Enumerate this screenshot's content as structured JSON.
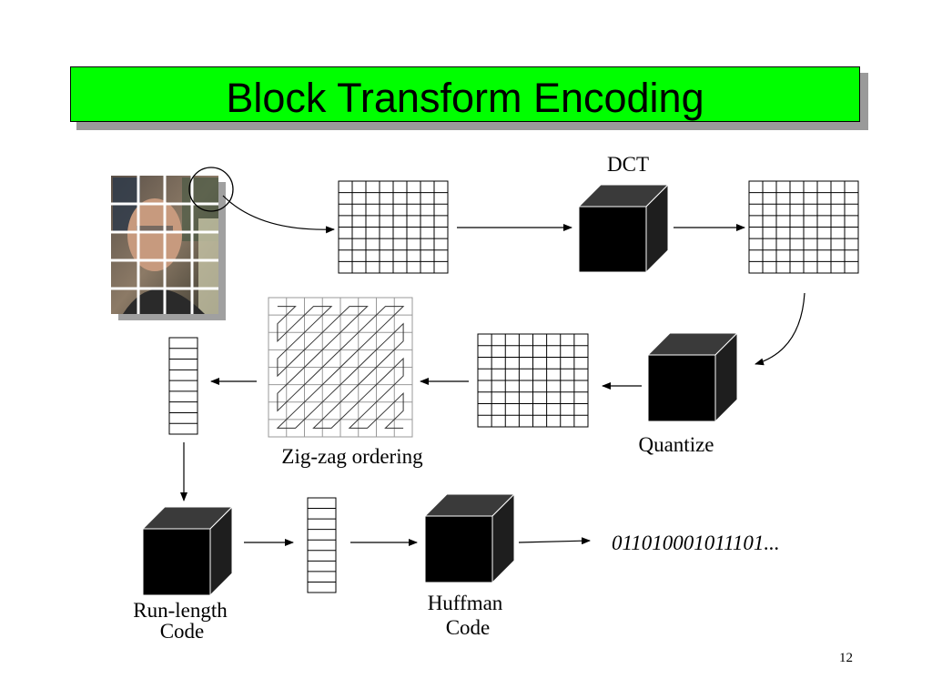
{
  "slide": {
    "title": "Block Transform Encoding",
    "page_number": "12"
  },
  "diagram": {
    "dct_label": "DCT",
    "quantize_label": "Quantize",
    "zigzag_label": "Zig-zag ordering",
    "runlength_label_line1": "Run-length",
    "runlength_label_line2": "Code",
    "huffman_label_line1": "Huffman",
    "huffman_label_line2": "Code",
    "bitstream": "011010001011101..."
  },
  "colors": {
    "title_bg": "#00ff00",
    "title_shadow": "#9a9a9a",
    "box_face": "#000000",
    "box_top": "#3a3a3a",
    "box_side": "#1e1e1e"
  }
}
